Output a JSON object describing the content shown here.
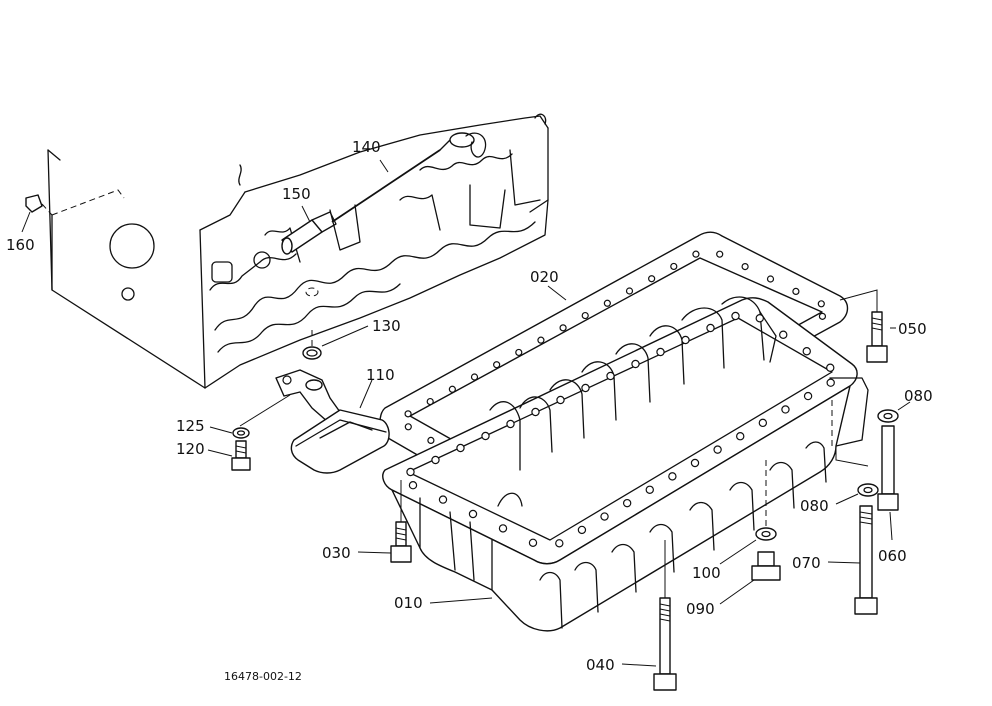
{
  "callouts": [
    {
      "id": "c140",
      "label": "140"
    },
    {
      "id": "c150",
      "label": "150"
    },
    {
      "id": "c160",
      "label": "160"
    },
    {
      "id": "c020",
      "label": "020"
    },
    {
      "id": "c130",
      "label": "130"
    },
    {
      "id": "c110",
      "label": "110"
    },
    {
      "id": "c050",
      "label": "050"
    },
    {
      "id": "c080a",
      "label": "080"
    },
    {
      "id": "c125",
      "label": "125"
    },
    {
      "id": "c120",
      "label": "120"
    },
    {
      "id": "c080b",
      "label": "080"
    },
    {
      "id": "c060",
      "label": "060"
    },
    {
      "id": "c030",
      "label": "030"
    },
    {
      "id": "c100",
      "label": "100"
    },
    {
      "id": "c070",
      "label": "070"
    },
    {
      "id": "c010",
      "label": "010"
    },
    {
      "id": "c090",
      "label": "090"
    },
    {
      "id": "c040",
      "label": "040"
    }
  ],
  "drawing_code": "16478-002-12"
}
